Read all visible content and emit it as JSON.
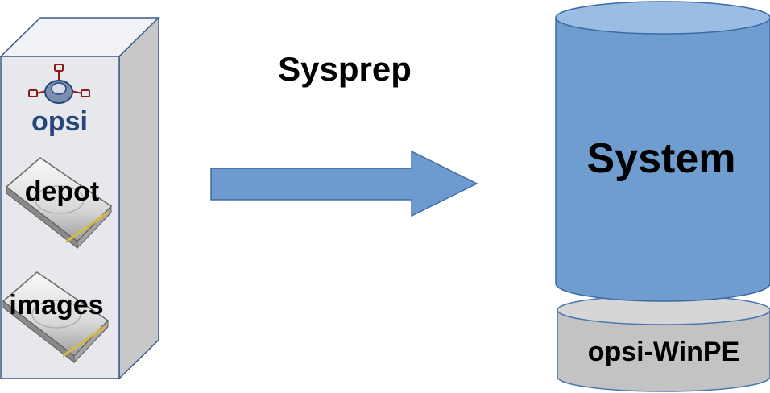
{
  "server": {
    "logo_text": "opsi",
    "disks": [
      "depot",
      "images"
    ]
  },
  "arrow": {
    "label": "Sysprep"
  },
  "target": {
    "partition_main": "System",
    "partition_boot": "opsi-WinPE"
  },
  "colors": {
    "server_front": "#e6e8ec",
    "server_side": "#c8c8c8",
    "server_top": "#f1f3f6",
    "server_border": "#3b5b8a",
    "arrow_fill": "#6e9bcf",
    "arrow_border": "#3d6ea8",
    "cylinder_fill": "#6f9dd0",
    "cylinder_border": "#3c6aa3",
    "boot_fill": "#c3c3c3",
    "boot_border": "#4a78b0",
    "logo_color": "#27477a"
  }
}
